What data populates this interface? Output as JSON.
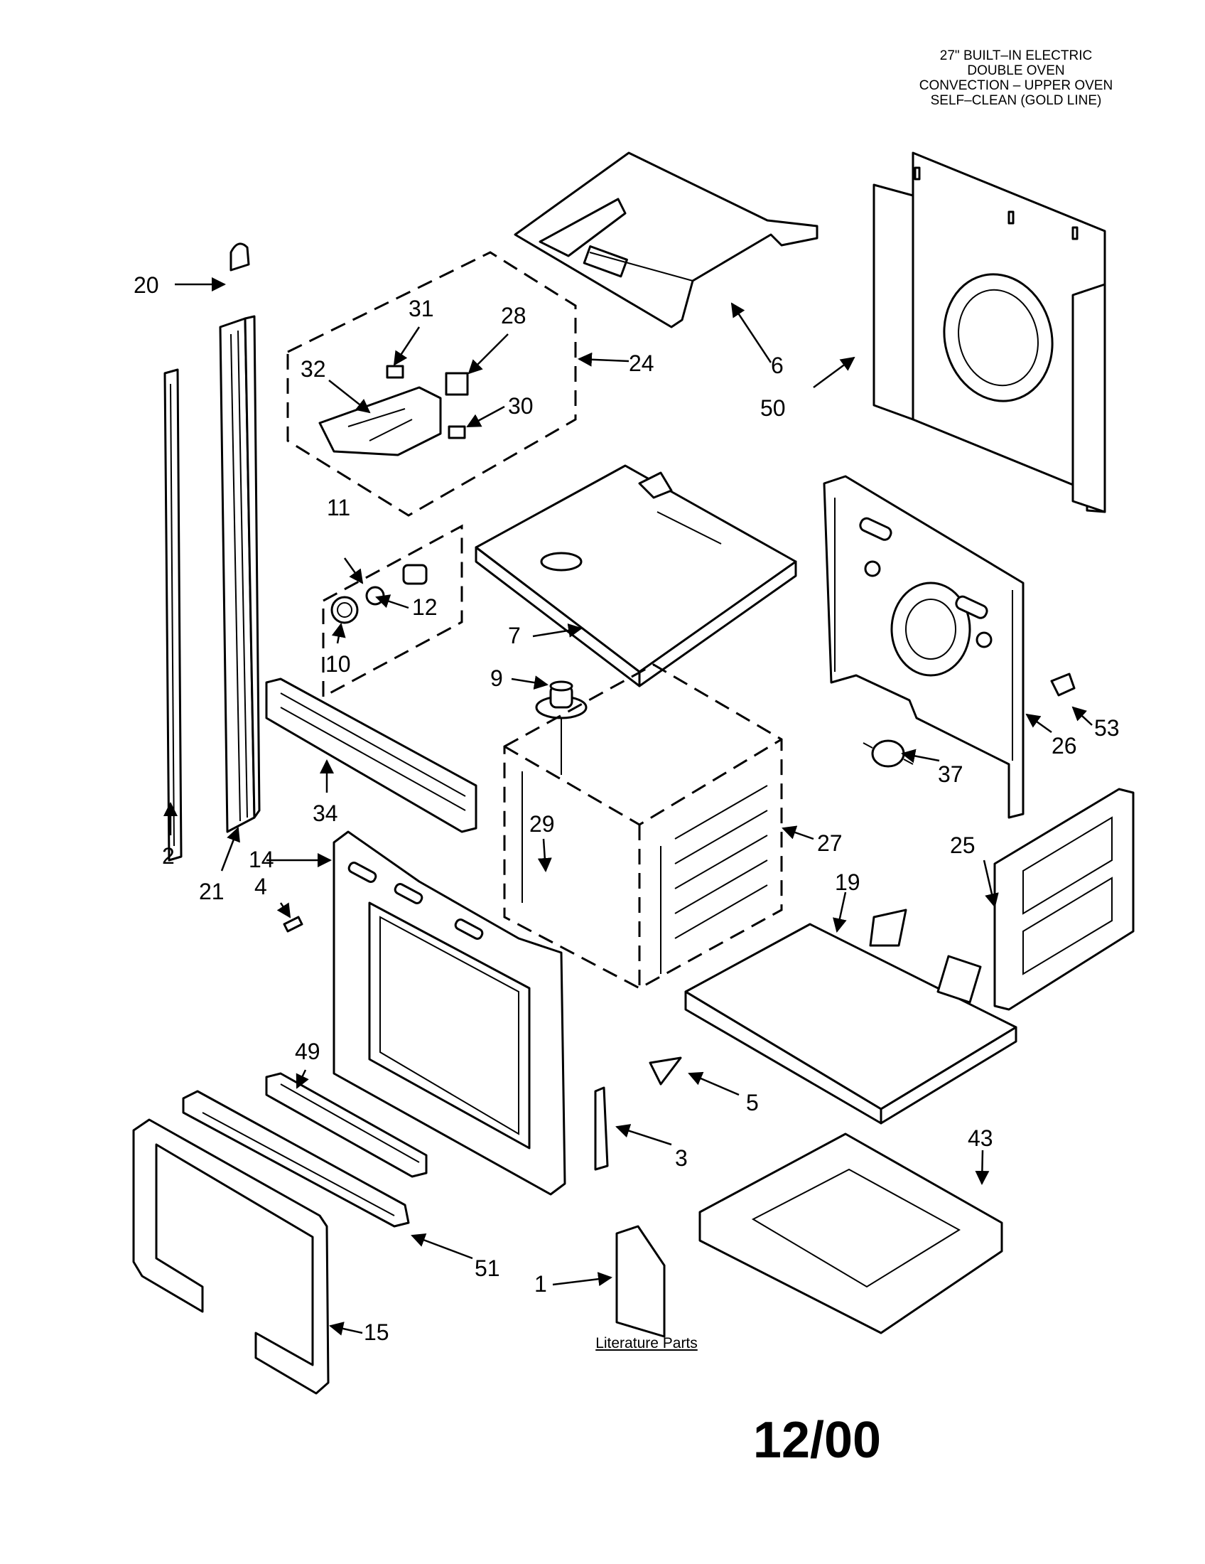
{
  "title_lines": [
    "27\" BUILT–IN ELECTRIC",
    "DOUBLE OVEN",
    "CONVECTION – UPPER OVEN",
    "SELF–CLEAN (GOLD LINE)"
  ],
  "date_code": "12/00",
  "literature_label": "Literature Parts",
  "callouts": {
    "p1": "1",
    "p2": "2",
    "p3": "3",
    "p4": "4",
    "p5": "5",
    "p6": "6",
    "p7": "7",
    "p9": "9",
    "p10": "10",
    "p11": "11",
    "p12": "12",
    "p14": "14",
    "p15": "15",
    "p19": "19",
    "p20": "20",
    "p21": "21",
    "p24": "24",
    "p25": "25",
    "p26": "26",
    "p27": "27",
    "p28": "28",
    "p29": "29",
    "p30": "30",
    "p31": "31",
    "p32": "32",
    "p34": "34",
    "p37": "37",
    "p43": "43",
    "p49": "49",
    "p50": "50",
    "p51": "51",
    "p53": "53"
  }
}
